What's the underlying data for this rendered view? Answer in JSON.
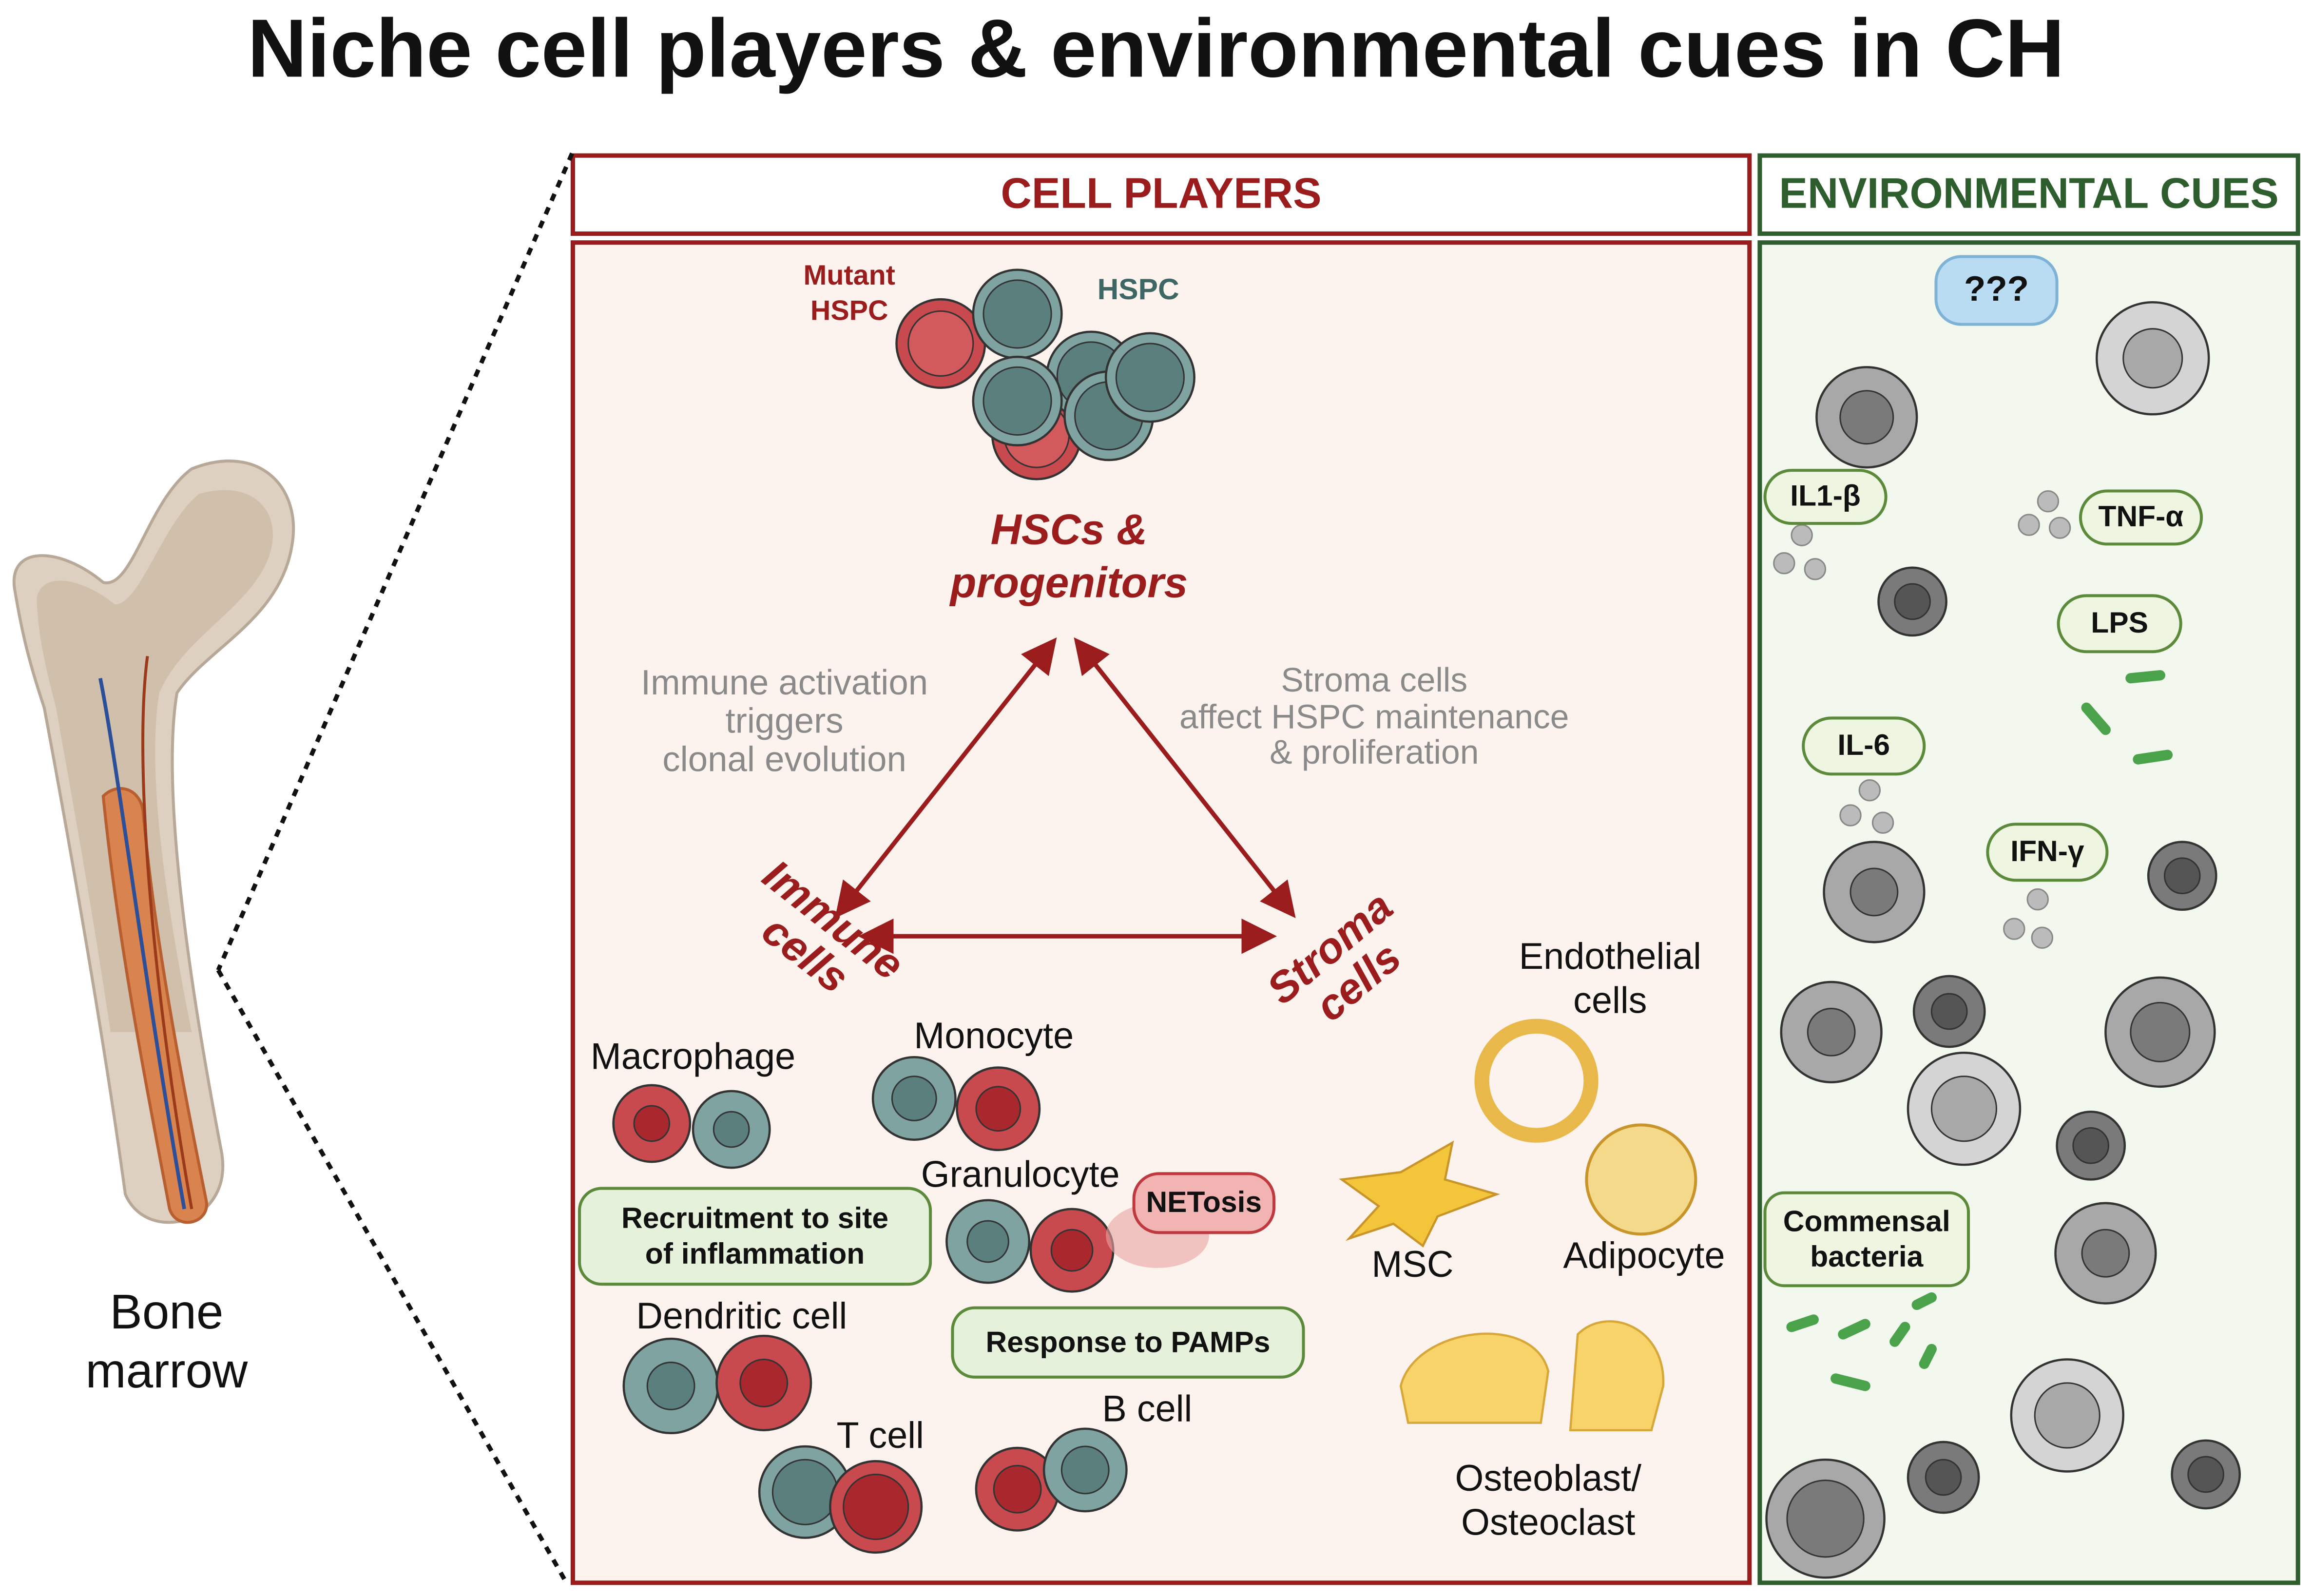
{
  "title": "Niche cell players & environmental cues in CH",
  "bone": {
    "label_line1": "Bone",
    "label_line2": "marrow"
  },
  "cell_players": {
    "header": "CELL PLAYERS",
    "mutant_hspc_line1": "Mutant",
    "mutant_hspc_line2": "HSPC",
    "hspc": "HSPC",
    "hsc_line1": "HSCs &",
    "hsc_line2": "progenitors",
    "immune_note": [
      "Immune activation",
      "triggers",
      "clonal evolution"
    ],
    "stroma_note": [
      "Stroma cells",
      "affect HSPC maintenance",
      "& proliferation"
    ],
    "immune_cells_line1": "Immune",
    "immune_cells_line2": "cells",
    "stroma_cells_line1": "Stroma",
    "stroma_cells_line2": "cells",
    "macrophage": "Macrophage",
    "monocyte": "Monocyte",
    "granulocyte": "Granulocyte",
    "netosis": "NETosis",
    "recruitment_line1": "Recruitment to site",
    "recruitment_line2": "of inflammation",
    "dendritic": "Dendritic cell",
    "pamps": "Response to PAMPs",
    "t_cell": "T cell",
    "b_cell": "B cell",
    "endothelial_line1": "Endothelial",
    "endothelial_line2": "cells",
    "msc": "MSC",
    "adipocyte": "Adipocyte",
    "osteo_line1": "Osteoblast/",
    "osteo_line2": "Osteoclast"
  },
  "environmental_cues": {
    "header": "ENVIRONMENTAL CUES",
    "unknown": "???",
    "il1b": "IL1-β",
    "tnfa": "TNF-α",
    "lps": "LPS",
    "il6": "IL-6",
    "ifng": "IFN-γ",
    "commensal_line1": "Commensal",
    "commensal_line2": "bacteria"
  },
  "colors": {
    "red": "#9b1c1c",
    "green": "#2e5e2e",
    "teal": "#6d9694",
    "cellred": "#c0393f"
  }
}
